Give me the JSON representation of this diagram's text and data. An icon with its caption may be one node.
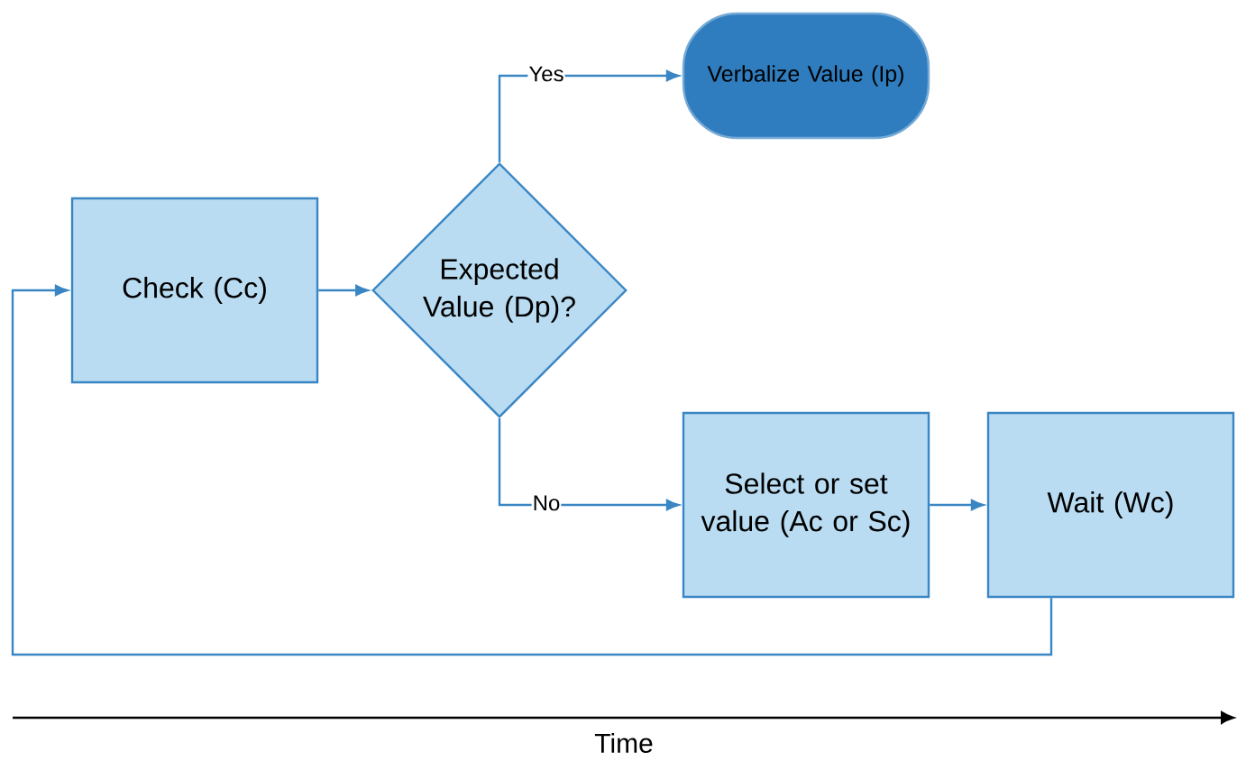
{
  "diagram": {
    "nodes": [
      {
        "text": [
          "Check (Cc)"
        ]
      },
      {
        "text": [
          "Expected Value (Dp)?"
        ]
      },
      {
        "text": [
          "Verbalize Value (Ip)"
        ]
      },
      {
        "text": [
          "Select or set value (Ac or Sc)"
        ]
      },
      {
        "text": [
          "Wait (Wc)"
        ]
      }
    ],
    "edges": [
      {
        "from": 0,
        "to": 1,
        "arrow": "to"
      },
      {
        "from": 1,
        "to": 2,
        "arrow": "to",
        "label": "Yes"
      },
      {
        "from": 1,
        "to": 3,
        "arrow": "to",
        "label": "No"
      },
      {
        "from": 3,
        "to": 4,
        "arrow": "to"
      },
      {
        "from": 4,
        "to": 0,
        "arrow": "to"
      }
    ],
    "labels": [
      "Time"
    ]
  }
}
